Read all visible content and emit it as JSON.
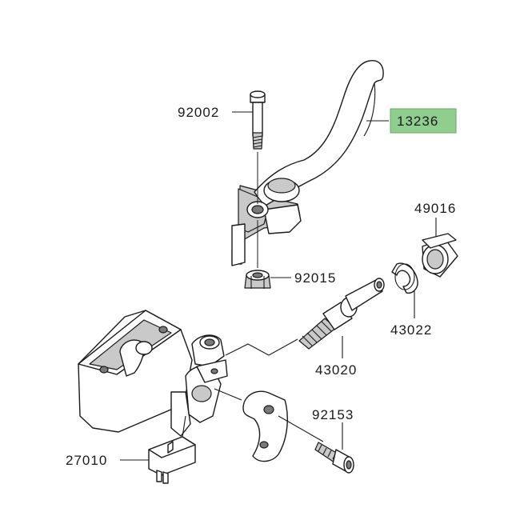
{
  "highlight_color": "#8fce8f",
  "labels": {
    "p13236": "13236",
    "p92002": "92002",
    "p49016": "49016",
    "p92015": "92015",
    "p43022": "43022",
    "p43020": "43020",
    "p92153": "92153",
    "p27010": "27010"
  }
}
